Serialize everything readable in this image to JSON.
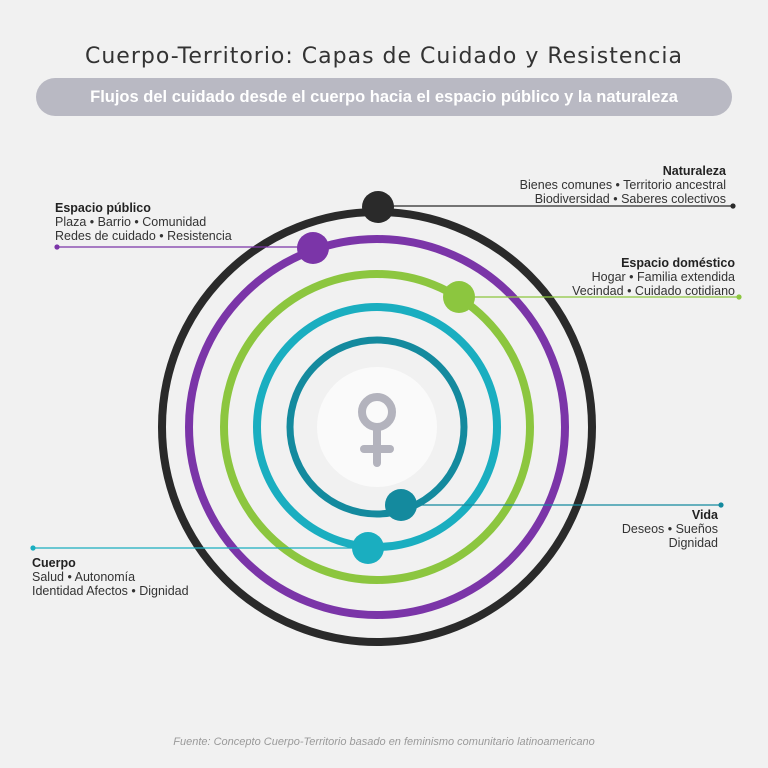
{
  "title": "Cuerpo-Territorio: Capas de Cuidado y Resistencia",
  "subtitle": "Flujos del cuidado desde el cuerpo hacia el espacio público y la naturaleza",
  "source": "Fuente: Concepto Cuerpo-Territorio basado en feminismo comunitario latinoamericano",
  "colors": {
    "naturaleza": "#2a2a2a",
    "espacio_publico": "#7b35a8",
    "espacio_domestico": "#8cc63f",
    "cuerpo": "#1aaec0",
    "vida": "#148a9e",
    "center_symbol": "#b3b3bd"
  },
  "center_icon": "female-symbol-icon",
  "layers": {
    "naturaleza": {
      "title": "Naturaleza",
      "line1": "Bienes comunes • Territorio ancestral",
      "line2": "Biodiversidad • Saberes colectivos"
    },
    "espacio_publico": {
      "title": "Espacio público",
      "line1": "Plaza • Barrio • Comunidad",
      "line2": "Redes de cuidado • Resistencia"
    },
    "espacio_domestico": {
      "title": "Espacio doméstico",
      "line1": "Hogar • Familia extendida",
      "line2": "Vecindad • Cuidado cotidiano"
    },
    "vida": {
      "title": "Vida",
      "line1": "Deseos • Sueños",
      "line2": "Dignidad"
    },
    "cuerpo": {
      "title": "Cuerpo",
      "line1": "Salud • Autonomía",
      "line2": "Identidad Afectos • Dignidad"
    }
  }
}
